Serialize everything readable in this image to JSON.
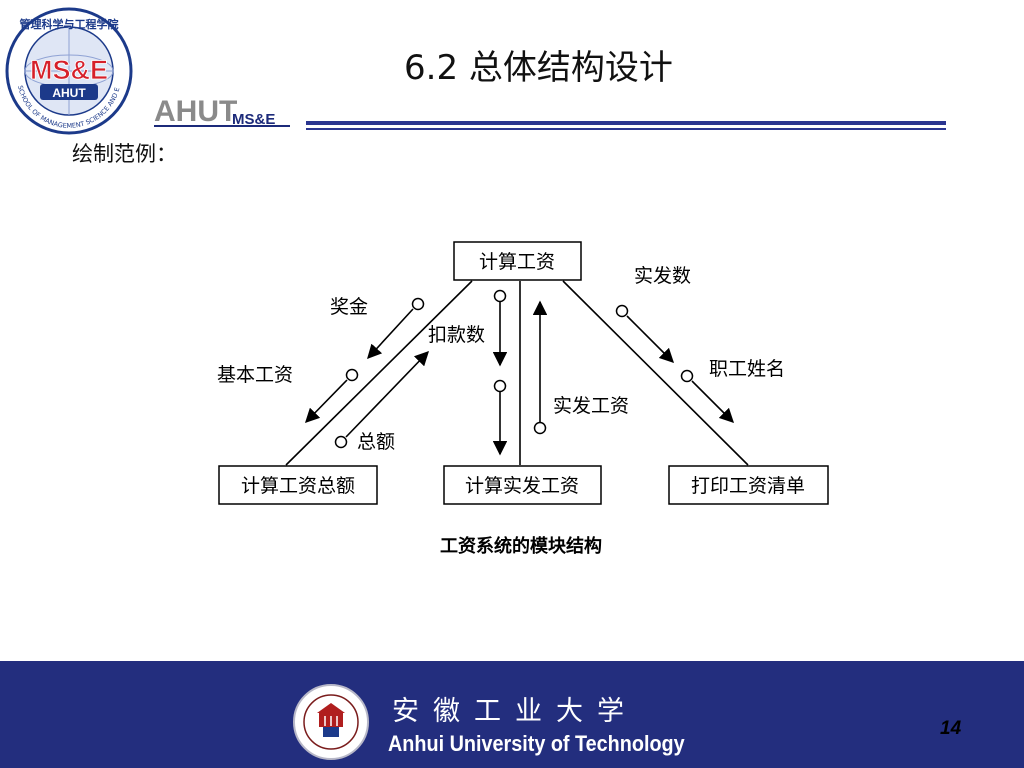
{
  "header": {
    "logo_circle_text": "管理科学与工程学院",
    "logo_main": "MS&E",
    "logo_sub": "AHUT",
    "logo_ring_text": "SCHOOL OF MANAGEMENT SCIENCE AND ENGINEERING",
    "brand_big": "AHUT",
    "brand_small": "MS&E",
    "title": "6.2  总体结构设计",
    "rule_color": "#2a3590"
  },
  "intro": "绘制范例：",
  "diagram": {
    "modules": {
      "top": "计算工资",
      "left": "计算工资总额",
      "middle": "计算实发工资",
      "right": "打印工资清单"
    },
    "flows": {
      "bonus": "奖金",
      "base_salary": "基本工资",
      "total": "总额",
      "deduction": "扣款数",
      "net_pay": "实发工资",
      "actual_pay": "实发数",
      "employee_name": "职工姓名"
    },
    "caption": "工资系统的模块结构"
  },
  "footer": {
    "university_cn": "安徽工业大学",
    "university_en": "Anhui University of Technology",
    "background": "#232e7e",
    "page_number": "14"
  }
}
